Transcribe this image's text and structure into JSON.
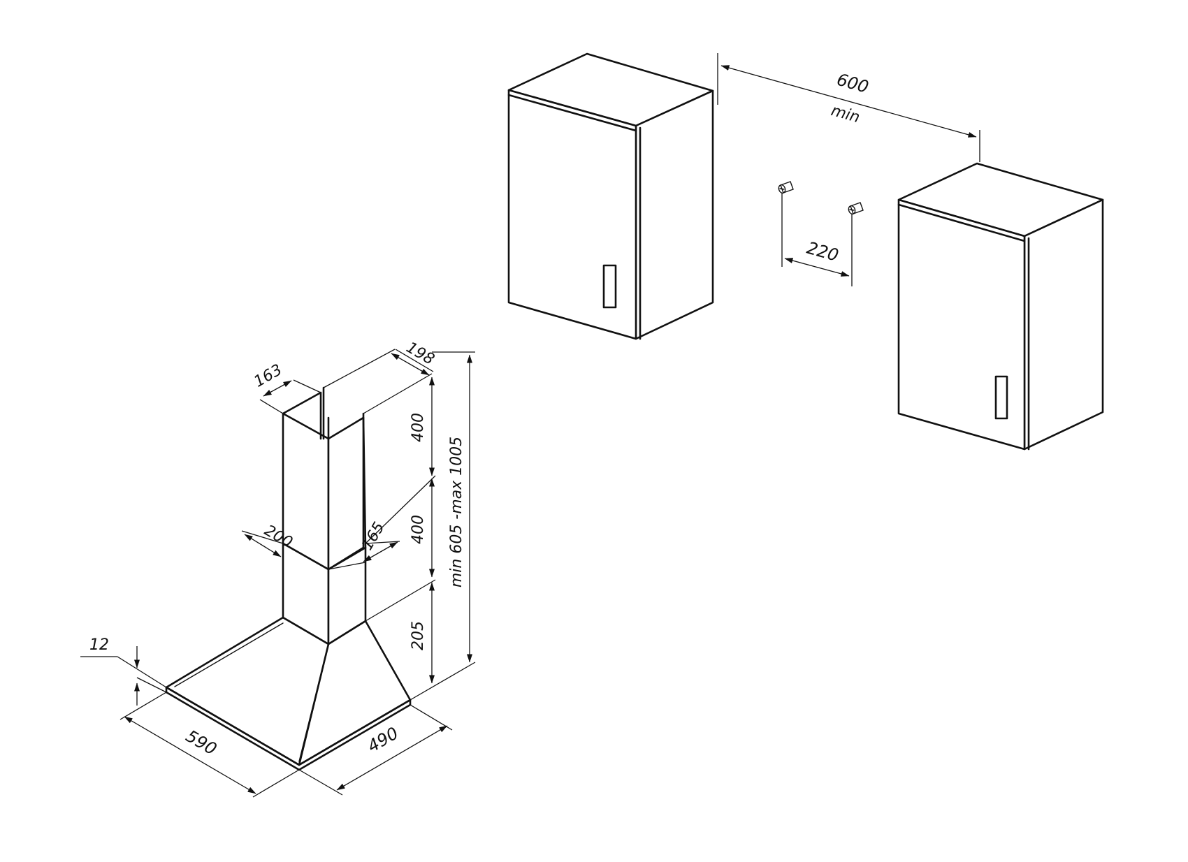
{
  "dimensions": {
    "cabinet_gap": "600",
    "cabinet_gap_note": "min",
    "screw_spacing": "220",
    "duct_top_depth": "198",
    "duct_top_width": "163",
    "duct_upper_height": "400",
    "duct_lower_height": "400",
    "total_height": "min 605 -max 1005",
    "duct_lower_width": "200",
    "duct_lower_depth": "165",
    "canopy_height": "205",
    "rim_thickness": "12",
    "hood_width": "590",
    "hood_depth": "490"
  },
  "colors": {
    "line": "#111111",
    "background": "#ffffff"
  }
}
